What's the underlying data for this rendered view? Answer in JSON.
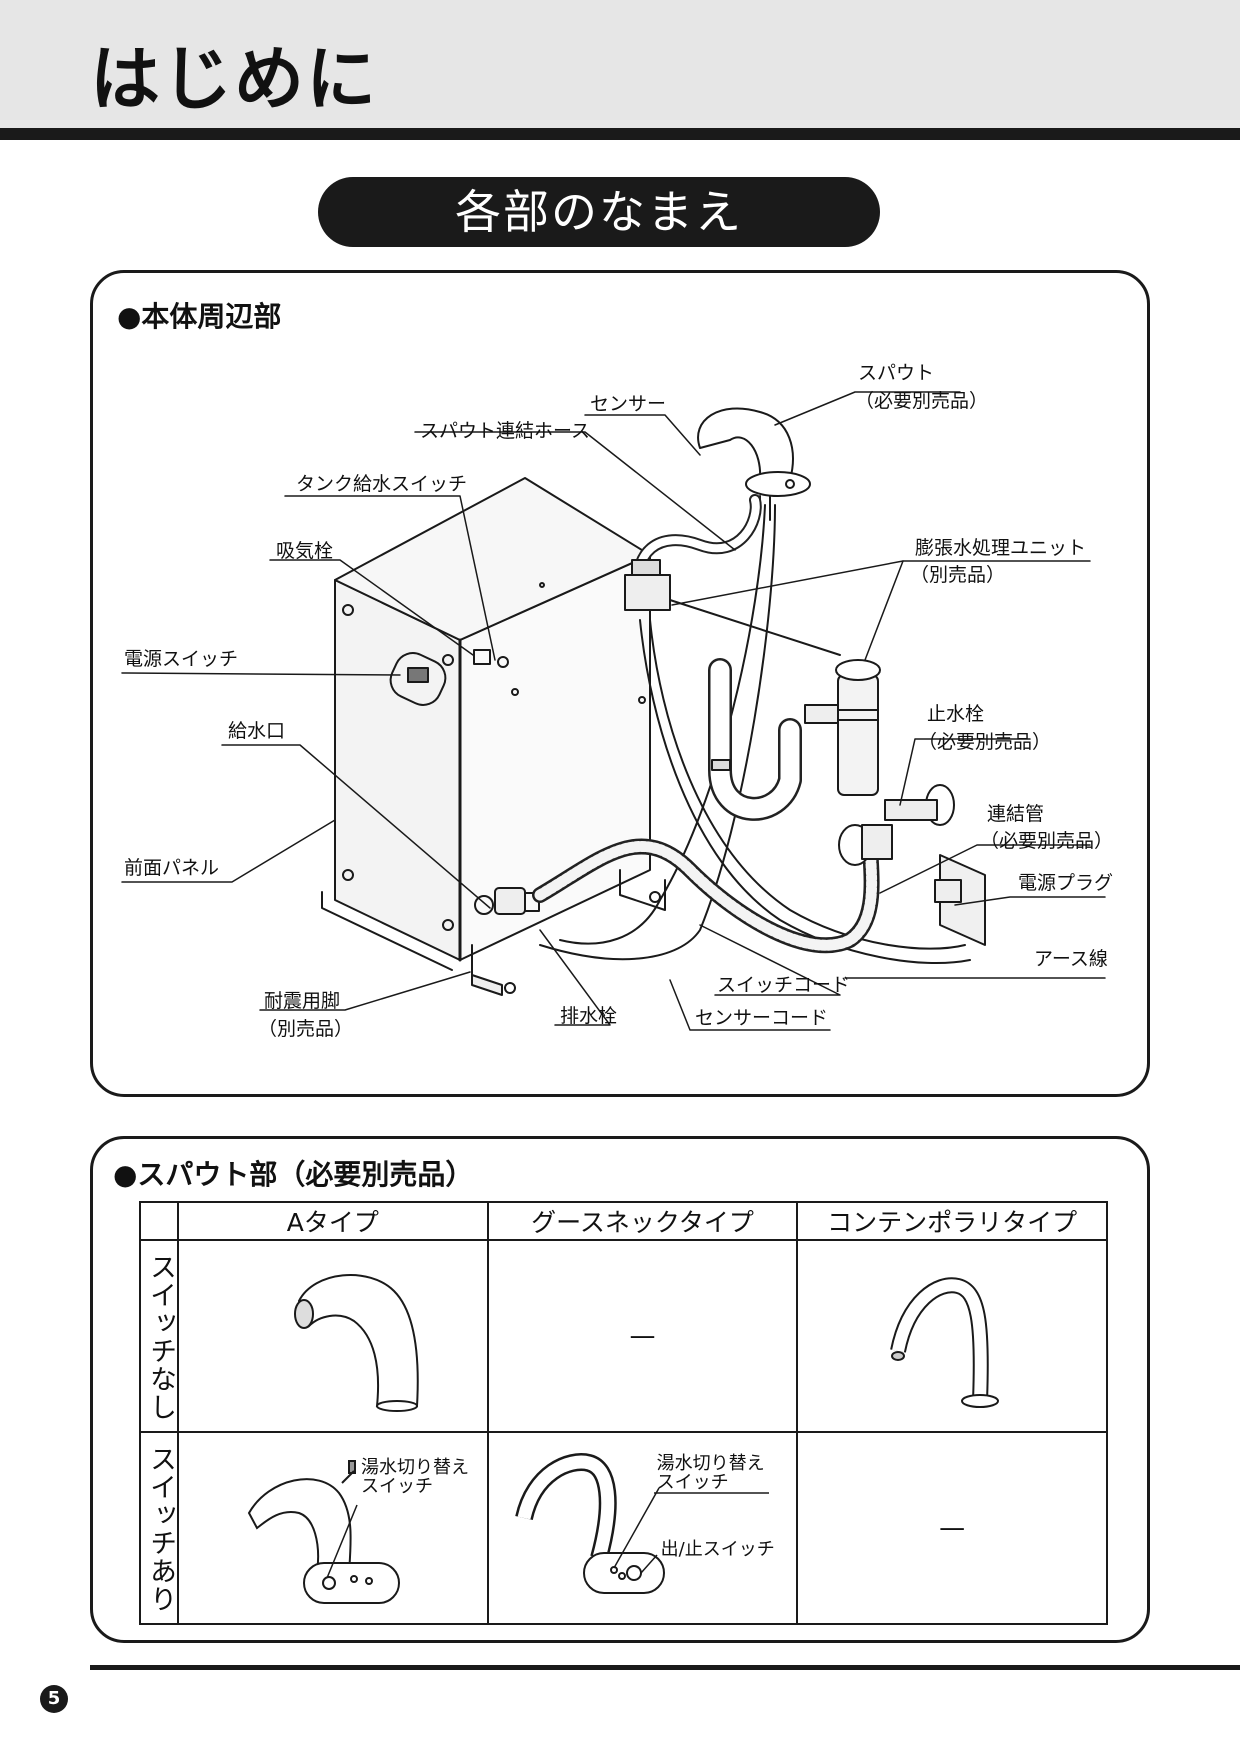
{
  "header": {
    "title": "はじめに"
  },
  "section": {
    "title": "各部のなまえ"
  },
  "body_panel": {
    "title": "●本体周辺部",
    "labels": {
      "spout": "スパウト",
      "spout_note": "（必要別売品）",
      "sensor": "センサー",
      "spout_hose": "スパウト連結ホース",
      "tank_switch": "タンク給水スイッチ",
      "air_valve": "吸気栓",
      "expansion_unit": "膨張水処理ユニット",
      "expansion_note": "（別売品）",
      "power_switch": "電源スイッチ",
      "water_inlet": "給水口",
      "stop_valve": "止水栓",
      "stop_valve_note": "（必要別売品）",
      "connect_pipe": "連結管",
      "connect_pipe_note": "（必要別売品）",
      "front_panel": "前面パネル",
      "power_plug": "電源プラグ",
      "earth_wire": "アース線",
      "switch_cord": "スイッチコード",
      "seismic_leg": "耐震用脚",
      "seismic_note": "（別売品）",
      "drain_valve": "排水栓",
      "sensor_cord": "センサーコード"
    }
  },
  "spout_panel": {
    "title": "●スパウト部（必要別売品）",
    "columns": [
      "Aタイプ",
      "グースネックタイプ",
      "コンテンポラリタイプ"
    ],
    "rows": [
      "スイッチなし",
      "スイッチあり"
    ],
    "dash": "—",
    "hot_switch_line1": "湯水切り替え",
    "hot_switch_line2": "スイッチ",
    "onoff_switch": "出/止スイッチ"
  },
  "footer": {
    "page_number": "5"
  }
}
